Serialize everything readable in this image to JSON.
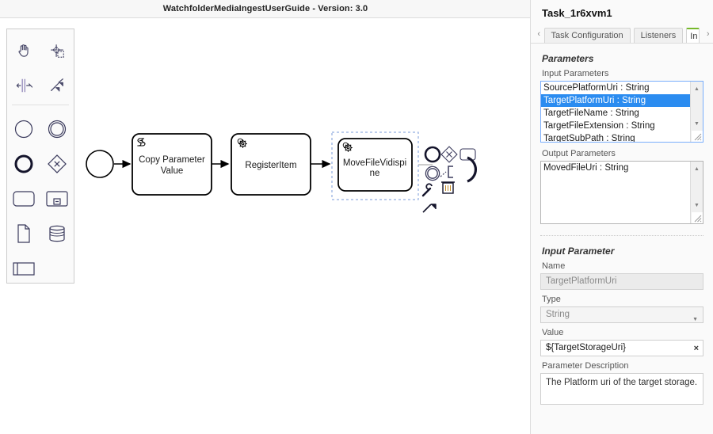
{
  "header": {
    "title": "WatchfolderMediaIngestUserGuide - Version: 3.0"
  },
  "palette": {
    "tools": [
      {
        "name": "hand-tool",
        "label": "Activate the hand tool"
      },
      {
        "name": "lasso-tool",
        "label": "Activate the lasso tool"
      },
      {
        "name": "space-tool",
        "label": "Activate the create/remove space tool"
      },
      {
        "name": "global-connect-tool",
        "label": "Activate the global connect tool"
      }
    ],
    "elements": [
      {
        "name": "start-event",
        "label": "Create StartEvent"
      },
      {
        "name": "intermediate-event",
        "label": "Create Intermediate/Boundary Event"
      },
      {
        "name": "end-event",
        "label": "Create EndEvent"
      },
      {
        "name": "exclusive-gateway",
        "label": "Create Gateway"
      },
      {
        "name": "task",
        "label": "Create Task"
      },
      {
        "name": "subprocess",
        "label": "Create expanded SubProcess"
      },
      {
        "name": "data-object",
        "label": "Create DataObjectReference"
      },
      {
        "name": "data-store",
        "label": "Create DataStoreReference"
      },
      {
        "name": "participant",
        "label": "Create Pool/Participant"
      }
    ]
  },
  "diagram": {
    "start_event": {
      "label": ""
    },
    "tasks": [
      {
        "name": "copy-parameter-value",
        "label": "Copy Parameter Value",
        "icon": "script-task-icon",
        "selected": false
      },
      {
        "name": "registeritem",
        "label": "RegisterItem",
        "icon": "service-task-icon",
        "selected": false
      },
      {
        "name": "movefilevidispine",
        "label": "MoveFileVidispine",
        "icon": "service-task-icon",
        "selected": true
      }
    ],
    "context_pad": [
      {
        "name": "append-end-event-icon"
      },
      {
        "name": "append-gateway-icon"
      },
      {
        "name": "append-task-icon"
      },
      {
        "name": "append-intermediate-event-icon"
      },
      {
        "name": "append-text-annotation-icon"
      },
      {
        "name": "delete-icon"
      },
      {
        "name": "wrench-icon"
      },
      {
        "name": "connect-icon"
      }
    ]
  },
  "properties": {
    "title": "Task_1r6xvm1",
    "tab_nav_prev": "‹",
    "tab_nav_next": "›",
    "tabs": [
      {
        "label": "Task Configuration",
        "active": false
      },
      {
        "label": "Listeners",
        "active": false
      },
      {
        "label": "In",
        "active": true
      }
    ],
    "parameters_heading": "Parameters",
    "input_parameters_label": "Input Parameters",
    "input_parameters": [
      {
        "label": "SourcePlatformUri : String",
        "selected": false
      },
      {
        "label": "TargetPlatformUri : String",
        "selected": true
      },
      {
        "label": "TargetFileName : String",
        "selected": false
      },
      {
        "label": "TargetFileExtension : String",
        "selected": false
      },
      {
        "label": "TargetSubPath : String",
        "selected": false
      }
    ],
    "output_parameters_label": "Output Parameters",
    "output_parameters": [
      {
        "label": "MovedFileUri : String",
        "selected": false
      }
    ],
    "detail_heading": "Input Parameter",
    "name_label": "Name",
    "name_value": "TargetPlatformUri",
    "type_label": "Type",
    "type_value": "String",
    "value_label": "Value",
    "value_value": "${TargetStorageUri}",
    "value_clear": "×",
    "description_label": "Parameter Description",
    "description_value": "The Platform uri of the target storage."
  },
  "colors": {
    "accent_green": "#76b82a",
    "selection_blue": "#2b8cf0",
    "panel_bg": "#fafafa",
    "shape_stroke": "#000000"
  }
}
